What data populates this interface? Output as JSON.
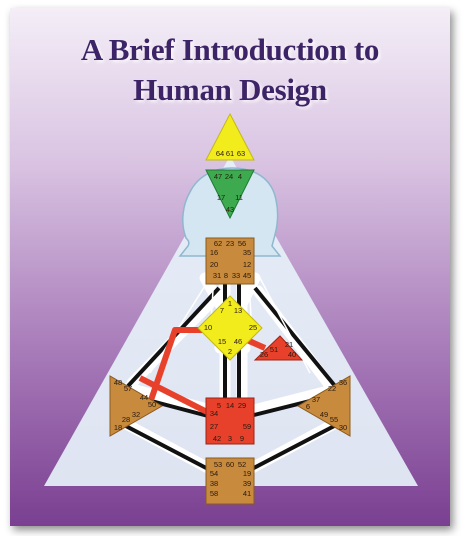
{
  "title": {
    "line1": "A Brief Introduction to",
    "line2": "Human Design"
  },
  "colors": {
    "head_center": "#f3ec1c",
    "ajna_center": "#3daa4f",
    "throat_center": "#c88a3c",
    "g_center": "#f3ec1c",
    "heart_center": "#e8412b",
    "sacral_center": "#e8412b",
    "channel_active": "#e8412b",
    "channel_black": "#111111",
    "background_top": "#f4eef7",
    "background_bottom": "#7a3f91",
    "title_color": "#3c2467"
  },
  "gates": {
    "head": [
      "64",
      "61",
      "63"
    ],
    "ajna_top": [
      "47",
      "24",
      "4"
    ],
    "ajna_mid": [
      "17",
      "11"
    ],
    "ajna_bottom": [
      "43"
    ],
    "throat_row1": [
      "62",
      "23",
      "56"
    ],
    "throat_left": [
      "16",
      "20"
    ],
    "throat_right": [
      "35",
      "12"
    ],
    "throat_bottom": [
      "31",
      "8",
      "33",
      "45"
    ],
    "g_top": "1",
    "g_row2": [
      "7",
      "13"
    ],
    "g_left": "10",
    "g_right": "25",
    "g_row4": [
      "15",
      "46"
    ],
    "g_bottom": "2",
    "heart": [
      "21",
      "51",
      "26",
      "40"
    ],
    "spleen": [
      "48",
      "57",
      "44",
      "50",
      "32",
      "28",
      "18"
    ],
    "solar_plexus": [
      "36",
      "22",
      "37",
      "6",
      "49",
      "55",
      "30"
    ],
    "sacral": [
      "5",
      "14",
      "29",
      "34",
      "27",
      "59",
      "42",
      "3",
      "9"
    ],
    "root": [
      "53",
      "60",
      "52",
      "54",
      "19",
      "38",
      "39",
      "58",
      "41"
    ]
  }
}
